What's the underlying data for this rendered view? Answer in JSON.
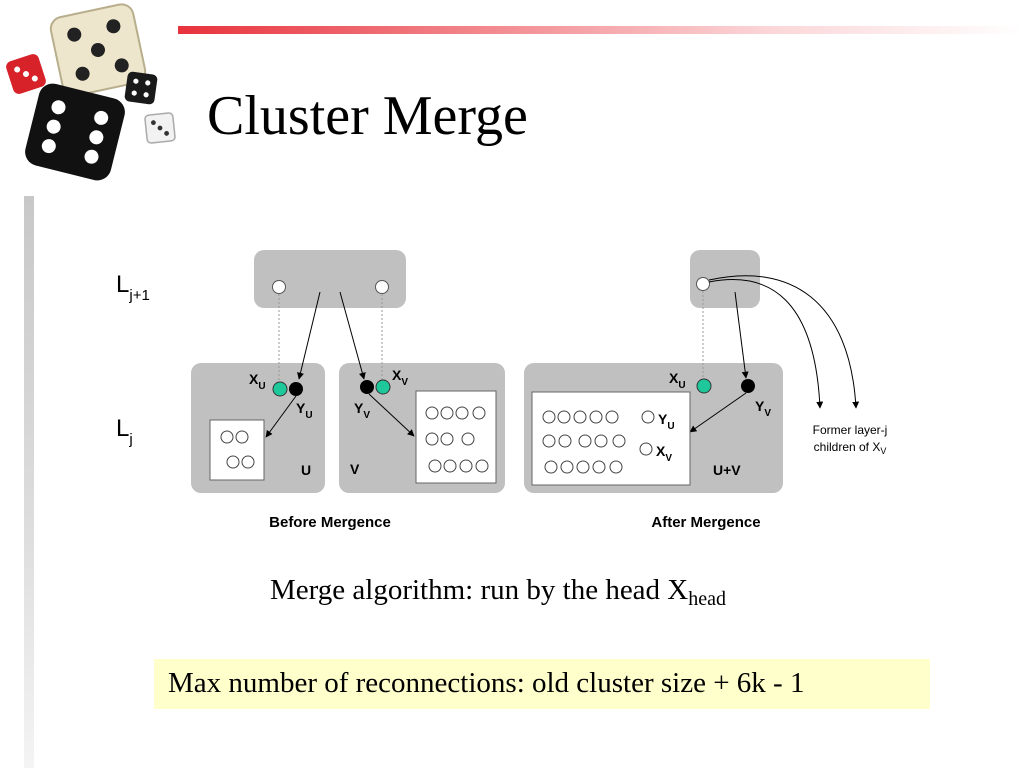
{
  "slide": {
    "title": "Cluster Merge",
    "merge_text": "Merge algorithm: run by the head X",
    "merge_sub": "head",
    "callout": "Max number of reconnections: old cluster size + 6k - 1"
  },
  "diagram": {
    "layer_upper": {
      "main": "L",
      "sub": "j+1"
    },
    "layer_lower": {
      "main": "L",
      "sub": "j"
    },
    "labels": {
      "xu_main": "X",
      "xu_sub": "U",
      "yu_main": "Y",
      "yu_sub": "U",
      "xv_main": "X",
      "xv_sub": "V",
      "yv_main": "Y",
      "yv_sub": "V",
      "cluster_u": "U",
      "cluster_v": "V",
      "cluster_uv": "U+V"
    },
    "caption_before": "Before Mergence",
    "caption_after": "After Mergence",
    "note_line1": "Former layer-j",
    "note_line2": "children of X",
    "note_sub": "V"
  },
  "colors": {
    "box_fill": "#c0c0c0",
    "green_node": "#1ec89a",
    "black_node": "#000000",
    "callout_bg": "#ffffcc",
    "accent_bar": "#e8323c"
  }
}
